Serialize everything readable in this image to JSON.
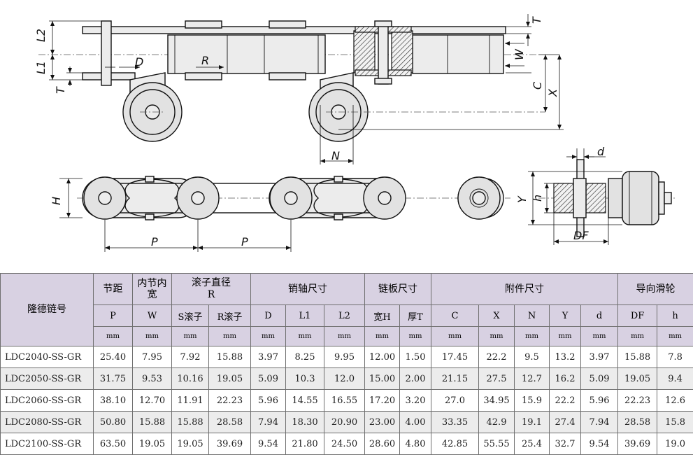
{
  "diagram": {
    "labels": {
      "L2": "L2",
      "L1": "L1",
      "T_left": "T",
      "D": "D",
      "R": "R",
      "T_right": "T",
      "W": "W",
      "C": "C",
      "X": "X",
      "N": "N",
      "H": "H",
      "P1": "P",
      "P2": "P",
      "d": "d",
      "Y": "Y",
      "h": "h",
      "DF": "DF"
    }
  },
  "table": {
    "corner_label": "隆德链号",
    "groups": {
      "pitch": "节距",
      "inner_width": "内节内宽",
      "roller_dia": "滚子直径",
      "roller_dia_r": "R",
      "pin": "销轴尺寸",
      "plate": "链板尺寸",
      "attachment": "附件尺寸",
      "guide": "导向滑轮"
    },
    "columns": [
      "P",
      "W",
      "S滚子",
      "R滚子",
      "D",
      "L1",
      "L2",
      "宽H",
      "厚T",
      "C",
      "X",
      "N",
      "Y",
      "d",
      "DF",
      "h"
    ],
    "unit": "mm",
    "rows": [
      [
        "LDC2040-SS-GR",
        "25.40",
        "7.95",
        "7.92",
        "15.88",
        "3.97",
        "8.25",
        "9.95",
        "12.00",
        "1.50",
        "17.45",
        "22.2",
        "9.5",
        "13.2",
        "3.97",
        "15.88",
        "7.8"
      ],
      [
        "LDC2050-SS-GR",
        "31.75",
        "9.53",
        "10.16",
        "19.05",
        "5.09",
        "10.3",
        "12.0",
        "15.00",
        "2.00",
        "21.15",
        "27.5",
        "12.7",
        "16.2",
        "5.09",
        "19.05",
        "9.4"
      ],
      [
        "LDC2060-SS-GR",
        "38.10",
        "12.70",
        "11.91",
        "22.23",
        "5.96",
        "14.55",
        "16.55",
        "17.20",
        "3.20",
        "27.0",
        "34.95",
        "15.9",
        "22.2",
        "5.96",
        "22.23",
        "12.6"
      ],
      [
        "LDC2080-SS-GR",
        "50.80",
        "15.88",
        "15.88",
        "28.58",
        "7.94",
        "18.30",
        "20.90",
        "23.00",
        "4.00",
        "33.35",
        "42.9",
        "19.1",
        "27.4",
        "7.94",
        "28.58",
        "15.8"
      ],
      [
        "LDC2100-SS-GR",
        "63.50",
        "19.05",
        "19.05",
        "39.69",
        "9.54",
        "21.80",
        "24.50",
        "28.60",
        "4.80",
        "42.85",
        "55.55",
        "25.4",
        "32.7",
        "9.54",
        "39.69",
        "19.0"
      ]
    ]
  }
}
